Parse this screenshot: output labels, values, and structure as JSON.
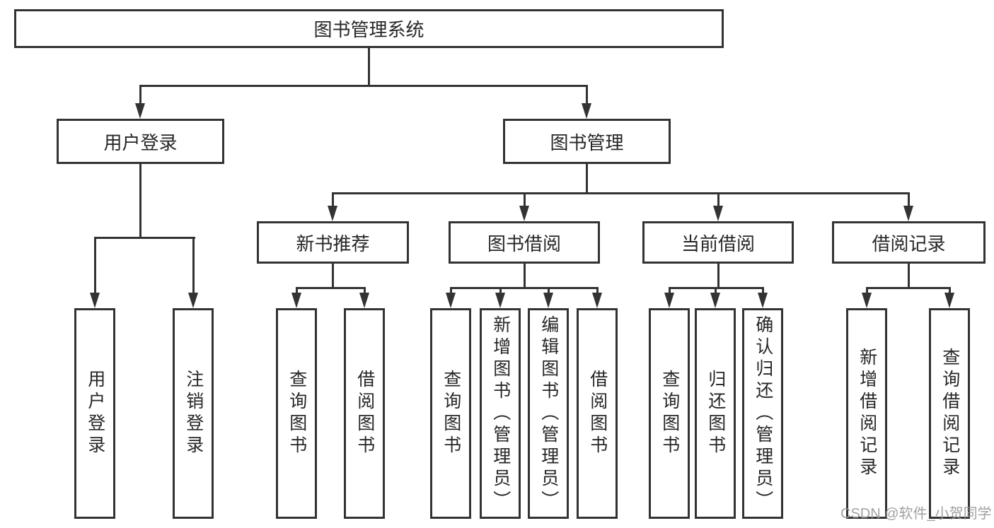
{
  "diagram": {
    "root": "图书管理系统",
    "branches": [
      {
        "label": "用户登录",
        "leaves": [
          "用户登录",
          "注销登录"
        ]
      },
      {
        "label": "图书管理",
        "groups": [
          {
            "label": "新书推荐",
            "leaves": [
              "查询图书",
              "借阅图书"
            ]
          },
          {
            "label": "图书借阅",
            "leaves": [
              "查询图书",
              "新增图书（管理员）",
              "编辑图书（管理员）",
              "借阅图书"
            ]
          },
          {
            "label": "当前借阅",
            "leaves": [
              "查询图书",
              "归还图书",
              "确认归还（管理员）"
            ]
          },
          {
            "label": "借阅记录",
            "leaves": [
              "新增借阅记录",
              "查询借阅记录"
            ]
          }
        ]
      }
    ]
  },
  "watermark": {
    "text": "CSDN @软件_小贺同学",
    "color": "#999999"
  },
  "colors": {
    "line": "#333333",
    "text": "#262626",
    "background": "#ffffff"
  }
}
